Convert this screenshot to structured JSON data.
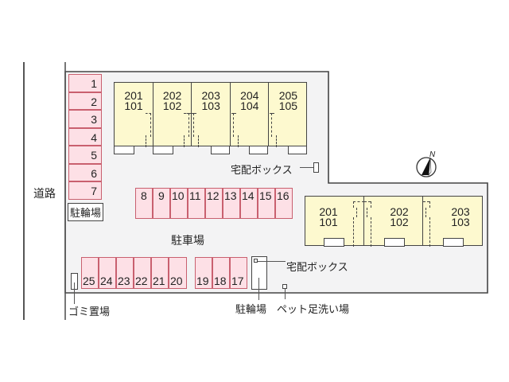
{
  "road": {
    "label": "道路"
  },
  "left_parking": {
    "spaces": [
      "1",
      "2",
      "3",
      "4",
      "5",
      "6",
      "7"
    ]
  },
  "bicycle_parking_top": {
    "label": "駐輪場"
  },
  "building_north": {
    "units": [
      {
        "upper": "201",
        "lower": "101"
      },
      {
        "upper": "202",
        "lower": "102"
      },
      {
        "upper": "203",
        "lower": "103"
      },
      {
        "upper": "204",
        "lower": "104"
      },
      {
        "upper": "205",
        "lower": "105"
      }
    ]
  },
  "delivery_box_north": {
    "label": "宅配ボックス"
  },
  "compass": {
    "label": "N"
  },
  "middle_parking": {
    "spaces": [
      "8",
      "9",
      "10",
      "11",
      "12",
      "13",
      "14",
      "15",
      "16"
    ]
  },
  "parking_area": {
    "label": "駐車場"
  },
  "building_east": {
    "units": [
      {
        "upper": "201",
        "lower": "101"
      },
      {
        "upper": "202",
        "lower": "102"
      },
      {
        "upper": "203",
        "lower": "103"
      }
    ]
  },
  "bottom_parking_left": {
    "spaces": [
      "25",
      "24",
      "23",
      "22",
      "21",
      "20"
    ]
  },
  "bottom_parking_right": {
    "spaces": [
      "19",
      "18",
      "17"
    ]
  },
  "delivery_box_south": {
    "label": "宅配ボックス"
  },
  "garbage_area": {
    "label": "ゴミ置場"
  },
  "bicycle_parking_bottom": {
    "label": "駐輪場"
  },
  "pet_wash": {
    "label": "ペット足洗い場"
  },
  "colors": {
    "site_fill": "#f3f3f4",
    "parking_fill": "#fde0e6",
    "parking_border": "#c9606f",
    "building_fill": "#fdf9cf",
    "outline": "#444444"
  }
}
